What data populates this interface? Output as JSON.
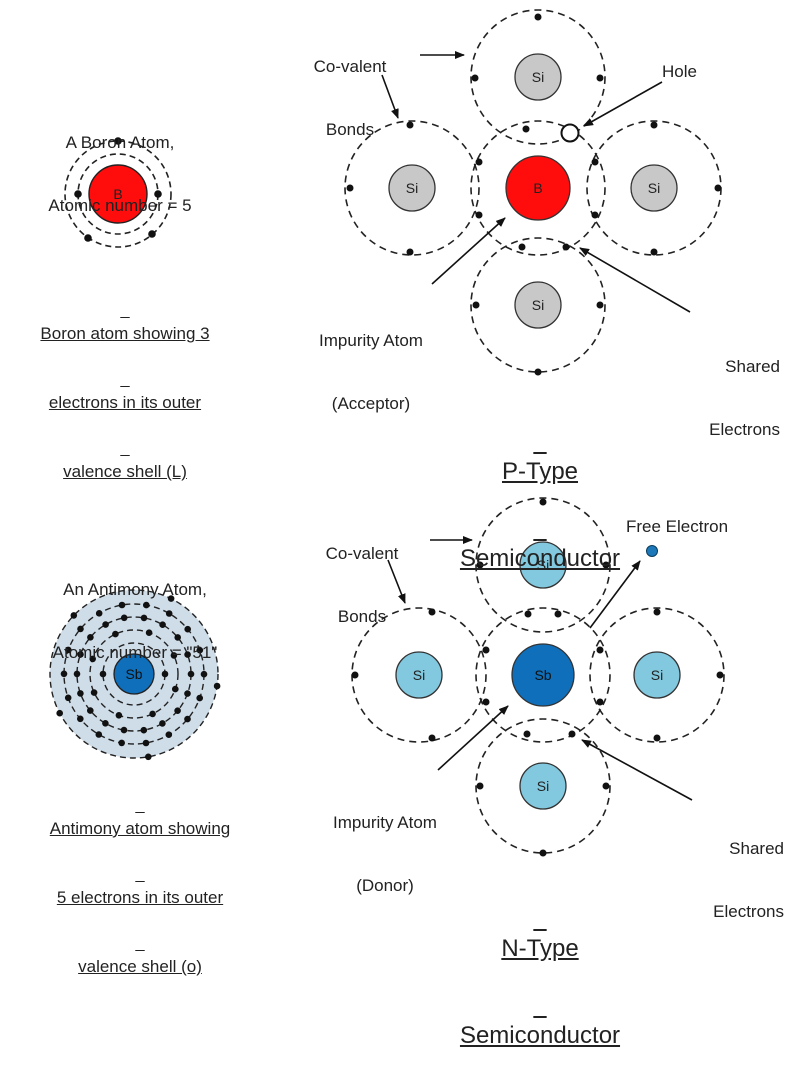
{
  "colors": {
    "boron": "#ff0d0d",
    "silicon_p": "#c8c8c8",
    "silicon_n": "#82c8de",
    "antimony": "#0f6fba",
    "antimony_shell_fill": "#cfdde9",
    "electron": "#111111",
    "free_electron": "#1c78b8",
    "hole": "#ffffff"
  },
  "boron_panel": {
    "title_line1": "A Boron Atom,",
    "title_line2": "Atomic number = 5",
    "symbol": "B",
    "caption_line1": "Boron atom showing 3",
    "caption_line2": "electrons in its outer",
    "caption_line3": "valence shell (L)"
  },
  "p_type": {
    "covalent_line1": "Co-valent",
    "covalent_line2": "Bonds",
    "hole_label": "Hole",
    "impurity_line1": "Impurity Atom",
    "impurity_line2": "(Acceptor)",
    "shared_line1": "Shared",
    "shared_line2": "Electrons",
    "center_symbol": "B",
    "si_symbol": "Si",
    "title_line1": "P-Type",
    "title_line2": "Semiconductor"
  },
  "antimony_panel": {
    "title_line1": "An Antimony Atom,",
    "title_line2": "Atomic number = \"51\"",
    "symbol": "Sb",
    "caption_line1": "Antimony atom showing",
    "caption_line2": "5 electrons in its outer",
    "caption_line3": "valence shell (o)"
  },
  "n_type": {
    "covalent_line1": "Co-valent",
    "covalent_line2": "Bonds",
    "free_electron_label": "Free Electron",
    "impurity_line1": "Impurity Atom",
    "impurity_line2": "(Donor)",
    "shared_line1": "Shared",
    "shared_line2": "Electrons",
    "center_symbol": "Sb",
    "si_symbol": "Si",
    "title_line1": "N-Type",
    "title_line2": "Semiconductor"
  }
}
